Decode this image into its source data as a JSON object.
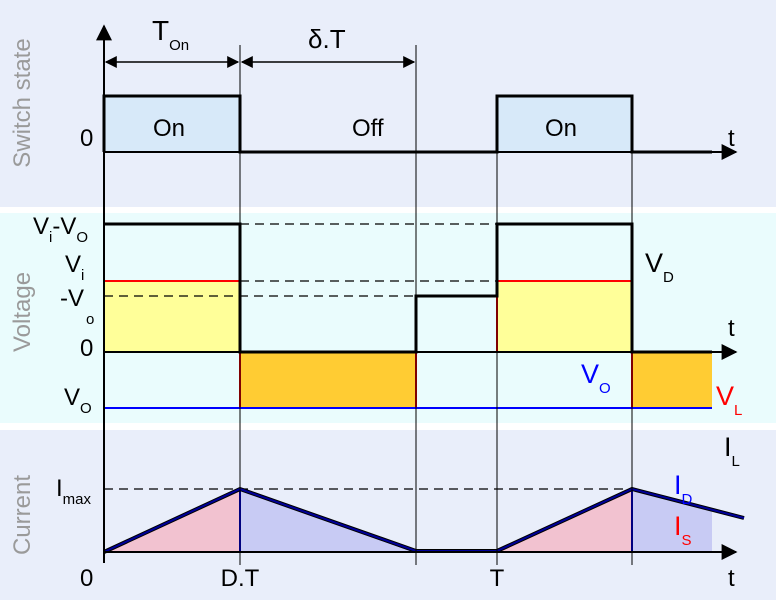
{
  "sections": {
    "switch": "Switch state",
    "voltage": "Voltage",
    "current": "Current"
  },
  "top": {
    "t_on_main": "T",
    "t_on_sub": "On",
    "delta_t": "δ.T",
    "on_1": "On",
    "off": "Off",
    "on_2": "On",
    "zero": "0",
    "t_axis": "t"
  },
  "voltage": {
    "vi_vo_a": "V",
    "vi_vo_sub1": "i",
    "vi_vo_b": "-V",
    "vi_vo_sub2": "O",
    "vi": "V",
    "vi_sub": "i",
    "neg_vo": "-V",
    "neg_vo_sub": "o",
    "zero": "0",
    "vo": "V",
    "vo_sub": "O",
    "t_axis": "t",
    "vd": "V",
    "vd_sub": "D",
    "vo_curve": "V",
    "vo_curve_sub": "O",
    "vl": "V",
    "vl_sub": "L"
  },
  "current": {
    "imax": "I",
    "imax_sub": "max",
    "il": "I",
    "il_sub": "L",
    "id": "I",
    "id_sub": "D",
    "is": "I",
    "is_sub": "S"
  },
  "bottom": {
    "zero": "0",
    "dt": "D.T",
    "t_period": "T",
    "t_axis": "t"
  },
  "colors": {
    "band_top": "#e9eefa",
    "band_mid": "#eafcfd",
    "band_bot": "#e9eefa",
    "on_fill": "#d7e9f9",
    "yellow": "#ffff99",
    "orange": "#ffcc33",
    "red": "#ff0000",
    "blue": "#0000ff",
    "navy": "#000099",
    "pink": "#f2c2d0",
    "lavender": "#c8cbf4"
  }
}
